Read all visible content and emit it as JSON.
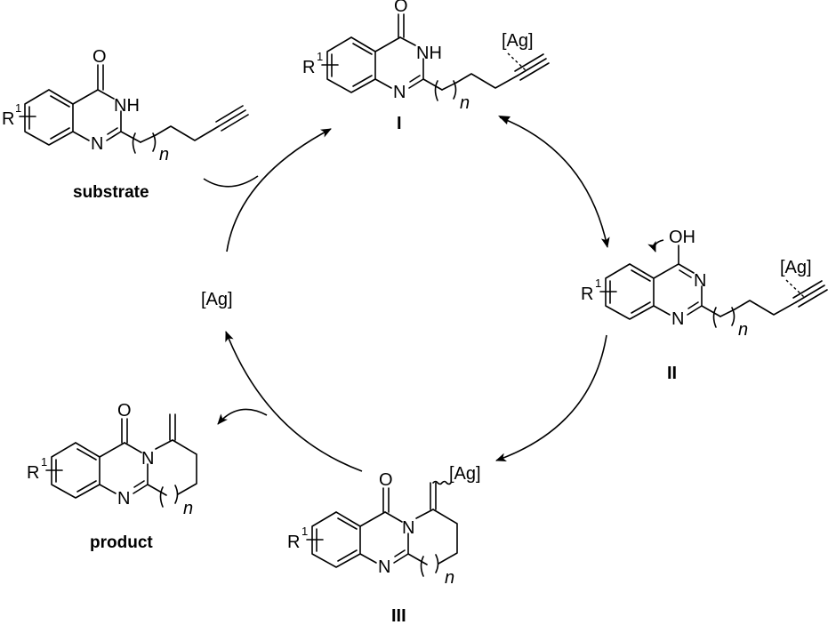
{
  "figure": {
    "type": "catalytic-cycle",
    "catalyst_label": "[Ag]",
    "species": [
      {
        "id": "substrate",
        "label": "substrate",
        "atoms": {
          "r": "R",
          "r_sup": "1",
          "o": "O",
          "nh": "NH",
          "n": "N",
          "n_index": "n"
        }
      },
      {
        "id": "I",
        "label": "I",
        "atoms": {
          "r": "R",
          "r_sup": "1",
          "o": "O",
          "nh": "NH",
          "n": "N",
          "n_index": "n",
          "metal": "[Ag]"
        }
      },
      {
        "id": "II",
        "label": "II",
        "atoms": {
          "r": "R",
          "r_sup": "1",
          "oh": "OH",
          "n1": "N",
          "n2": "N",
          "n_index": "n",
          "metal": "[Ag]"
        }
      },
      {
        "id": "III",
        "label": "III",
        "atoms": {
          "r": "R",
          "r_sup": "1",
          "o": "O",
          "n1": "N",
          "n2": "N",
          "n_index": "n",
          "metal": "[Ag]"
        }
      },
      {
        "id": "product",
        "label": "product",
        "atoms": {
          "r": "R",
          "r_sup": "1",
          "o": "O",
          "n1": "N",
          "n2": "N",
          "n_index": "n"
        }
      }
    ],
    "steps": [
      {
        "from": "[Ag] + substrate",
        "to": "I",
        "arrow": "forward"
      },
      {
        "from": "I",
        "to": "II",
        "arrow": "equilibrium"
      },
      {
        "from": "II",
        "to": "III",
        "arrow": "forward"
      },
      {
        "from": "III",
        "to": "product + [Ag]",
        "arrow": "forward"
      }
    ]
  }
}
